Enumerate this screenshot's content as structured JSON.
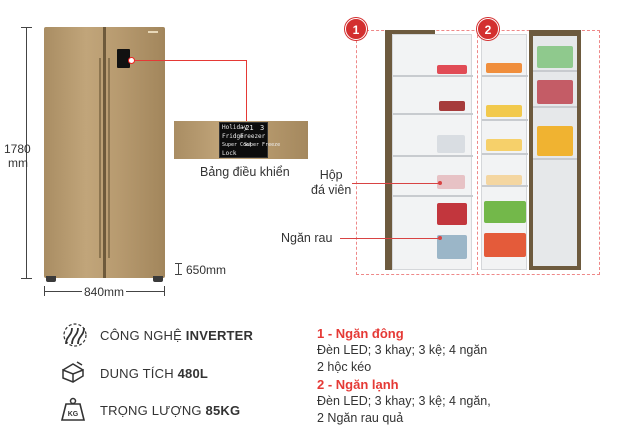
{
  "dimensions": {
    "height_line1": "1780",
    "height_line2": "mm",
    "width": "840mm",
    "depth": "650mm"
  },
  "control_panel": {
    "caption": "Bảng điều khiển",
    "screen_lines": [
      "Holiday",
      "-21",
      "3",
      "Fridge",
      "Freezer",
      "Super Cool",
      "Super Freeze",
      "Lock"
    ]
  },
  "zones_badges": [
    "1",
    "2"
  ],
  "callouts": {
    "ice_box_line1": "Hộp",
    "ice_box_line2": "đá viên",
    "vegetable": "Ngăn rau"
  },
  "specs": [
    {
      "icon": "inverter-icon",
      "label": "CÔNG NGHỆ ",
      "value": "INVERTER"
    },
    {
      "icon": "capacity-icon",
      "label": "DUNG TÍCH ",
      "value": "480L"
    },
    {
      "icon": "weight-kg-icon",
      "icon_text": "KG",
      "label": "TRỌNG LƯỢNG ",
      "value": "85KG"
    }
  ],
  "zones": [
    {
      "title": "1 - Ngăn đông",
      "lines": [
        "Đèn LED; 3 khay; 3 kệ; 4 ngăn",
        "2 hộc kéo"
      ]
    },
    {
      "title": "2 - Ngăn lạnh",
      "lines": [
        "Đèn LED; 3 khay; 3 kệ; 4 ngăn,",
        "2 Ngăn rau quả"
      ]
    }
  ],
  "colors": {
    "accent_red": "#e53935",
    "fridge_gold": "#b89b70"
  }
}
